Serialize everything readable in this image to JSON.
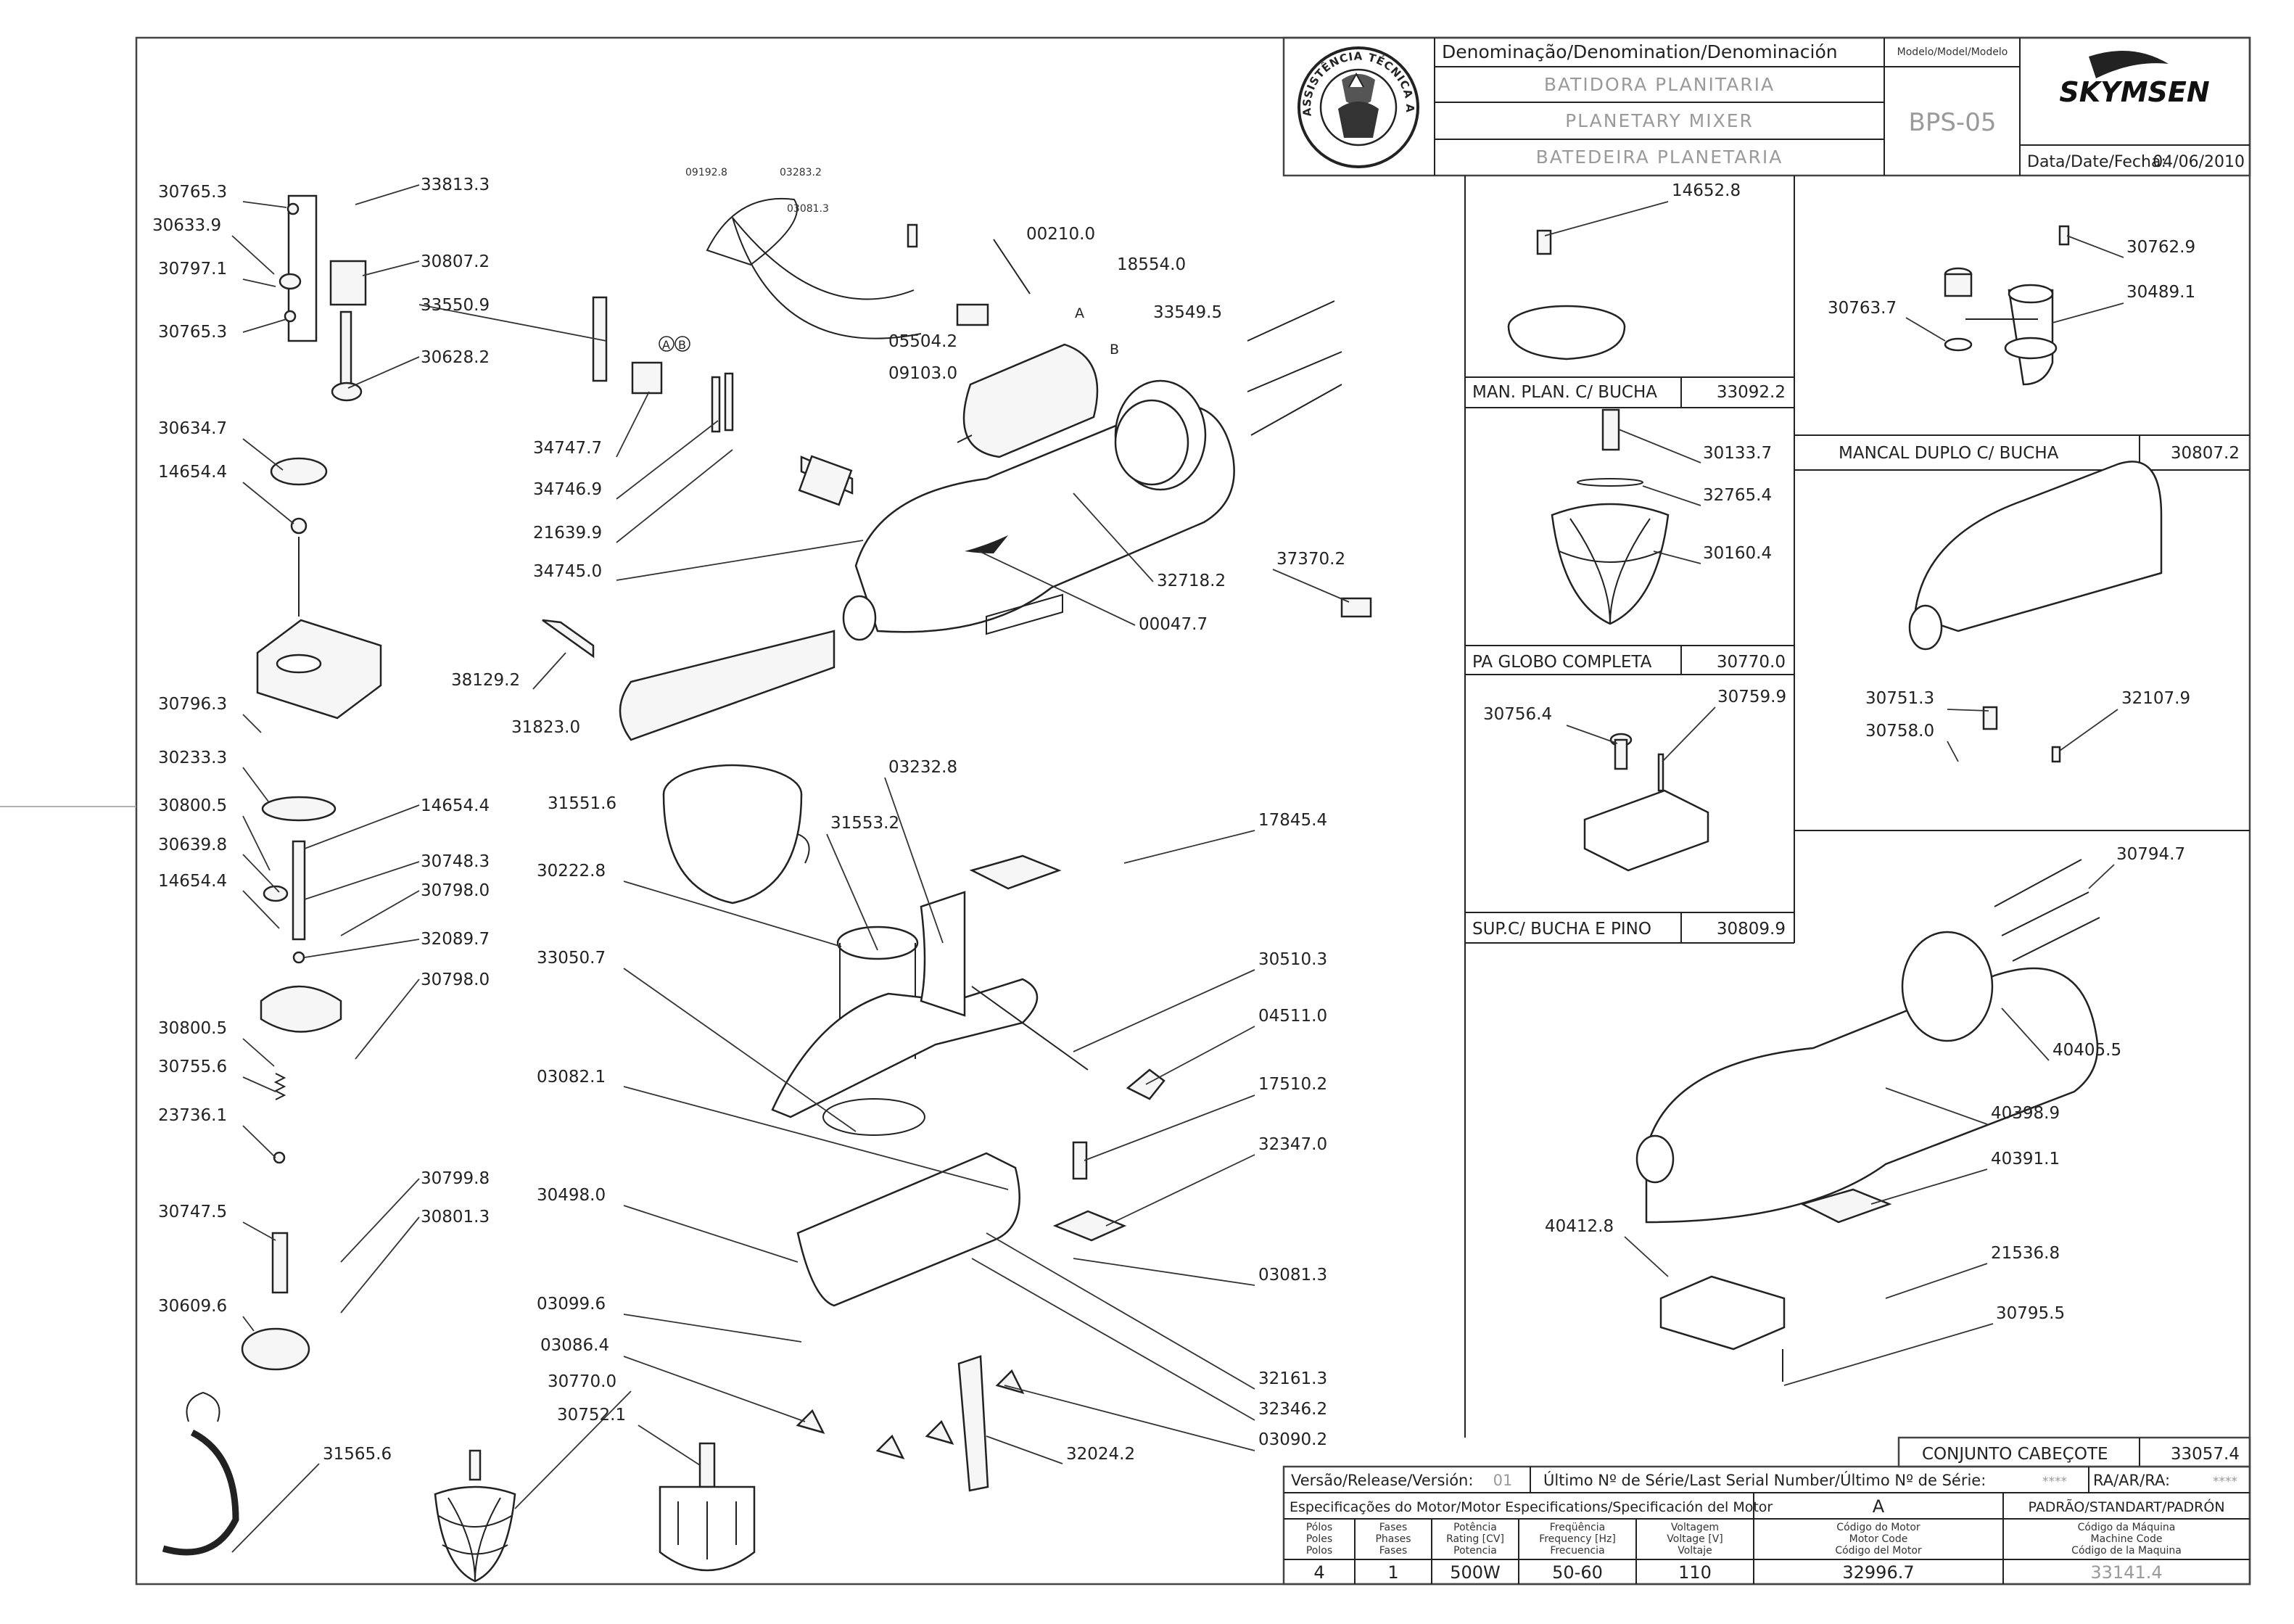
{
  "title_block": {
    "denomination_header": "Denominação/Denomination/Denominación",
    "names": [
      "BATIDORA PLANITARIA",
      "PLANETARY MIXER",
      "BATEDEIRA PLANETARIA"
    ],
    "model_header": "Modelo/Model/Modelo",
    "model": "BPS-05",
    "brand": "SKYMSEN",
    "date_label": "Data/Date/Fecha:",
    "date": "04/06/2010",
    "seal_text": "ASSISTÊNCIA TÉCNICA AUTORIZADA"
  },
  "bottom_block": {
    "conjunto_label": "CONJUNTO CABEÇOTE",
    "conjunto_code": "33057.4",
    "version_label": "Versão/Release/Versión:",
    "version": "01",
    "serial_label": "Último Nº de Série/Last Serial Number/Último Nº de Série:",
    "serial_value": "****",
    "ra_label": "RA/AR/RA:",
    "ra_value": "****",
    "motor_spec_label": "Especificações do Motor/Motor Especifications/Specificación del Motor",
    "variant": "A",
    "standard_label": "PADRÃO/STANDART/PADRÓN",
    "columns": [
      {
        "header": [
          "Pólos",
          "Poles",
          "Polos"
        ],
        "value": "4"
      },
      {
        "header": [
          "Fases",
          "Phases",
          "Fases"
        ],
        "value": "1"
      },
      {
        "header": [
          "Potência",
          "Rating [CV]",
          "Potencia"
        ],
        "value": "500W"
      },
      {
        "header": [
          "Freqüência",
          "Frequency [Hz]",
          "Frecuencia"
        ],
        "value": "50-60"
      },
      {
        "header": [
          "Voltagem",
          "Voltage [V]",
          "Voltaje"
        ],
        "value": "110"
      },
      {
        "header": [
          "Código do Motor",
          "Motor Code",
          "Código del Motor"
        ],
        "value": "32996.7"
      },
      {
        "header": [
          "Código da Máquina",
          "Machine Code",
          "Código de la Maquina"
        ],
        "value": "33141.4"
      }
    ]
  },
  "subassemblies": [
    {
      "name": "MAN. PLAN. C/ BUCHA",
      "code": "33092.2"
    },
    {
      "name": "MANCAL DUPLO C/ BUCHA",
      "code": "30807.2"
    },
    {
      "name": "PA GLOBO COMPLETA",
      "code": "30770.0"
    },
    {
      "name": "SUP.C/ BUCHA E PINO",
      "code": "30809.9"
    }
  ],
  "left_labels": [
    "30765.3",
    "30633.9",
    "30797.1",
    "30765.3",
    "33813.3",
    "30807.2",
    "33550.9",
    "30628.2",
    "30634.7",
    "14654.4",
    "30796.3",
    "30233.3",
    "30800.5",
    "30639.8",
    "14654.4",
    "14654.4",
    "30748.3",
    "30798.0",
    "32089.7",
    "30798.0",
    "30800.5",
    "30755.6",
    "23736.1",
    "30799.8",
    "30747.5",
    "30801.3",
    "30609.6",
    "31565.6"
  ],
  "center_labels": [
    "09192.8",
    "03283.2",
    "03081.3",
    "00210.0",
    "18554.0",
    "33549.5",
    "05504.2",
    "09103.0",
    "34747.7",
    "34746.9",
    "21639.9",
    "34745.0",
    "32718.2",
    "00047.7",
    "37370.2",
    "38129.2",
    "31823.0",
    "03232.8",
    "31551.6",
    "31553.2",
    "17845.4",
    "30222.8",
    "33050.7",
    "30510.3",
    "04511.0",
    "03082.1",
    "17510.2",
    "32347.0",
    "30498.0",
    "03081.3",
    "03099.6",
    "03086.4",
    "32161.3",
    "32346.2",
    "30770.0",
    "03090.2",
    "30752.1",
    "32024.2"
  ],
  "right_labels": [
    "14652.8",
    "30762.9",
    "30763.7",
    "30489.1",
    "30133.7",
    "32765.4",
    "30160.4",
    "30751.3",
    "30758.0",
    "32107.9",
    "30756.4",
    "30759.9",
    "30794.7",
    "40405.5",
    "40398.9",
    "40391.1",
    "40412.8",
    "21536.8",
    "30795.5"
  ],
  "wire_letters": [
    "A",
    "B"
  ],
  "bracket_letters": [
    "A",
    "B"
  ]
}
